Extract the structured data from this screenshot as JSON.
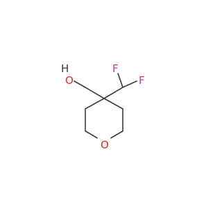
{
  "molecule": {
    "atoms": {
      "fluorine_1": "F",
      "fluorine_2": "F",
      "hydroxyl_hydrogen": "H",
      "hydroxyl_oxygen": "O",
      "ring_oxygen": "O"
    },
    "colors": {
      "bond": "#3a3a3a",
      "fluorine": "#c0399b",
      "oxygen": "#e8291f",
      "hydrogen_label": "#3a3a3a"
    }
  }
}
